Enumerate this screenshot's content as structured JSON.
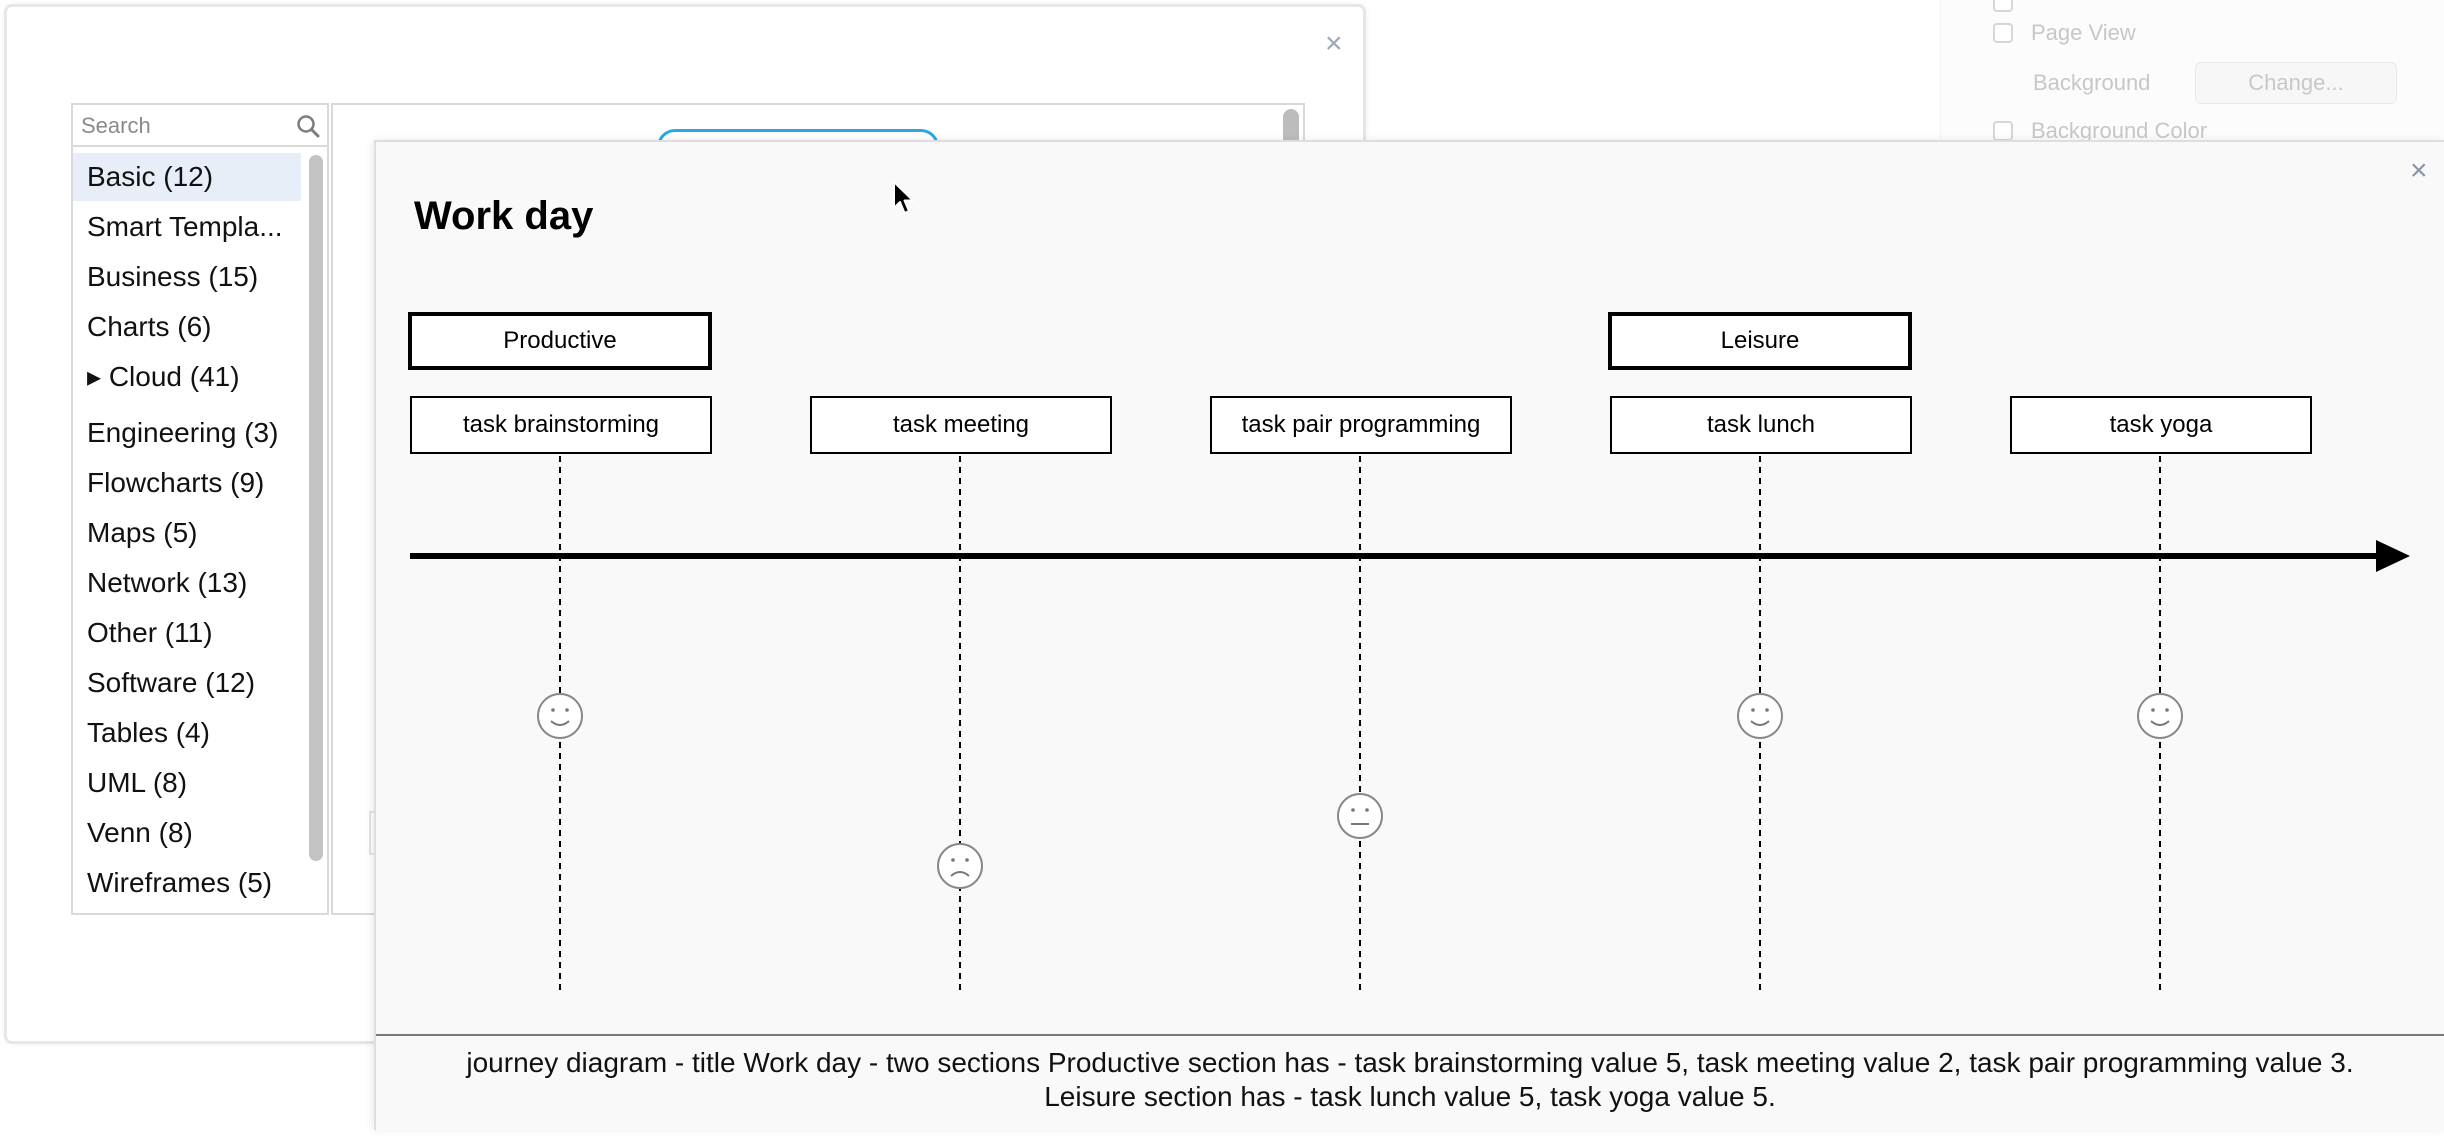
{
  "format_panel": {
    "page_view_label": "Page View",
    "background_label": "Background",
    "change_button": "Change...",
    "background_color_label": "Background Color"
  },
  "template_dialog": {
    "close_label": "×",
    "search": {
      "placeholder": "Search",
      "value": ""
    },
    "categories": [
      {
        "label": "Basic (12)",
        "selected": true
      },
      {
        "label": "Smart Templa...",
        "selected": false
      },
      {
        "label": "Business (15)",
        "selected": false
      },
      {
        "label": "Charts (6)",
        "selected": false
      },
      {
        "label": "▸ Cloud (41)",
        "selected": false
      },
      {
        "label": "Engineering (3)",
        "selected": false
      },
      {
        "label": "Flowcharts (9)",
        "selected": false
      },
      {
        "label": "Maps (5)",
        "selected": false
      },
      {
        "label": "Network (13)",
        "selected": false
      },
      {
        "label": "Other (11)",
        "selected": false
      },
      {
        "label": "Software (12)",
        "selected": false
      },
      {
        "label": "Tables (4)",
        "selected": false
      },
      {
        "label": "UML (8)",
        "selected": false
      },
      {
        "label": "Venn (8)",
        "selected": false
      },
      {
        "label": "Wireframes (5)",
        "selected": false
      }
    ]
  },
  "journey_dialog": {
    "close_label": "×",
    "title": "Work day",
    "sections": [
      {
        "label": "Productive"
      },
      {
        "label": "Leisure"
      }
    ],
    "tasks": [
      {
        "label": "task brainstorming",
        "section": "Productive",
        "score": 5,
        "mood": "happy"
      },
      {
        "label": "task meeting",
        "section": "Productive",
        "score": 2,
        "mood": "sad"
      },
      {
        "label": "task pair programming",
        "section": "Productive",
        "score": 3,
        "mood": "neutral"
      },
      {
        "label": "task lunch",
        "section": "Leisure",
        "score": 5,
        "mood": "happy"
      },
      {
        "label": "task yoga",
        "section": "Leisure",
        "score": 5,
        "mood": "happy"
      }
    ],
    "caption_line1": "journey diagram - title Work day - two sections Productive section has - task brainstorming value 5, task meeting value 2, task pair programming value 3.",
    "caption_line2": "Leisure section has - task lunch value 5, task yoga value 5."
  }
}
